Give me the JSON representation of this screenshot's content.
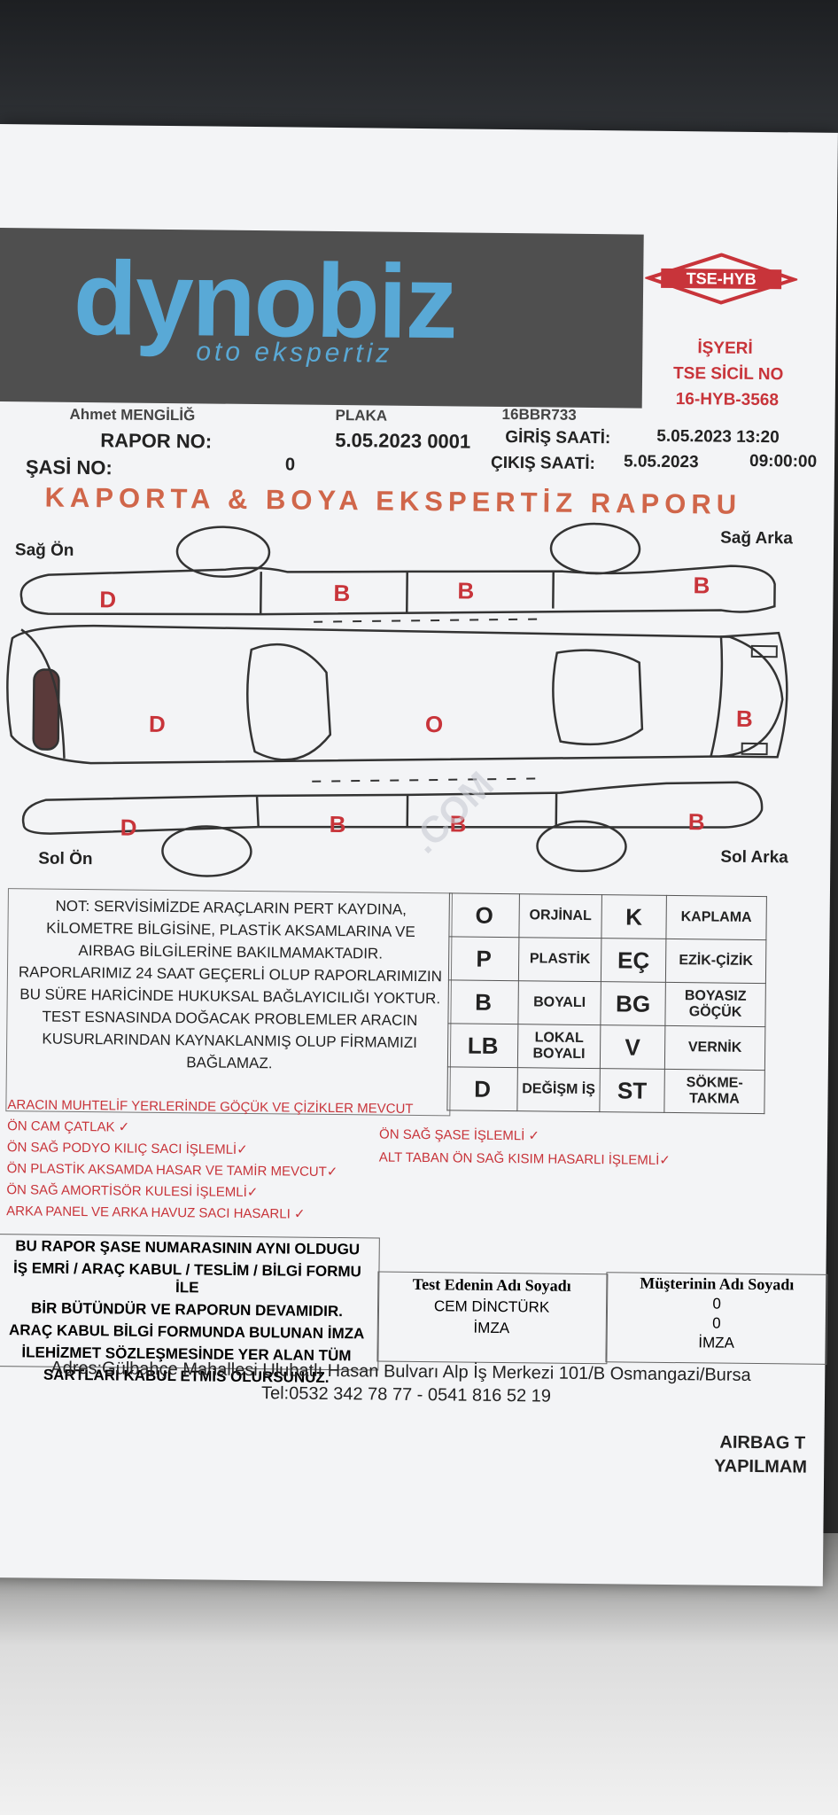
{
  "header": {
    "brand": "dyn",
    "brand_mid": "o",
    "brand_end": "biz",
    "brand_sub": "oto ekspertiz",
    "tse_badge": "TSE-HYB",
    "isyeri": "İŞYERİ",
    "tse_sicil": "TSE SİCİL NO",
    "tse_no": "16-HYB-3568"
  },
  "info": {
    "name": "Ahmet MENGİLİĞ",
    "plaka_label": "PLAKA",
    "plaka": "16BBR733",
    "rapor_label": "RAPOR NO:",
    "rapor": "5.05.2023 0001",
    "giris_label": "GİRİŞ SAATİ:",
    "giris": "5.05.2023 13:20",
    "sasi_label": "ŞASİ NO:",
    "sasi": "0",
    "cikis_label": "ÇIKIŞ SAATİ:",
    "cikis_date": "5.05.2023",
    "cikis_time": "09:00:00"
  },
  "title": "KAPORTA & BOYA EKSPERTİZ RAPORU",
  "diagram": {
    "sag_on": "Sağ Ön",
    "sag_arka": "Sağ Arka",
    "sol_on": "Sol Ön",
    "sol_arka": "Sol Arka",
    "marks": {
      "right_front_fender": "D",
      "right_front_door": "B",
      "right_rear_door": "B",
      "right_rear_fender": "B",
      "hood": "D",
      "roof": "O",
      "trunk": "B",
      "left_front_fender": "D",
      "left_front_door": "B",
      "left_rear_door": "B",
      "left_rear_fender": "B"
    },
    "watermark": ".COM"
  },
  "note": [
    "NOT: SERVİSİMİZDE ARAÇLARIN PERT KAYDINA,",
    "KİLOMETRE BİLGİSİNE, PLASTİK AKSAMLARINA VE",
    "AIRBAG BİLGİLERİNE BAKILMAMAKTADIR.",
    "RAPORLARIMIZ 24 SAAT GEÇERLİ OLUP RAPORLARIMIZIN",
    "BU SÜRE HARİCİNDE HUKUKSAL BAĞLAYICILIĞI YOKTUR.",
    "TEST ESNASINDA DOĞACAK PROBLEMLER ARACIN",
    "KUSURLARINDAN KAYNAKLANMIŞ OLUP FİRMAMIZI",
    "BAĞLAMAZ."
  ],
  "legend": [
    {
      "c1": "O",
      "l1": "ORJİNAL",
      "c2": "K",
      "l2": "KAPLAMA"
    },
    {
      "c1": "P",
      "l1": "PLASTİK",
      "c2": "EÇ",
      "l2": "EZİK-ÇİZİK"
    },
    {
      "c1": "B",
      "l1": "BOYALI",
      "c2": "BG",
      "l2": "BOYASIZ GÖÇÜK"
    },
    {
      "c1": "LB",
      "l1": "LOKAL BOYALI",
      "c2": "V",
      "l2": "VERNİK"
    },
    {
      "c1": "D",
      "l1": "DEĞİŞM İŞ",
      "c2": "ST",
      "l2": "SÖKME-TAKMA"
    }
  ],
  "damage_left": [
    "ARACIN MUHTELİF YERLERİNDE GÖÇÜK VE ÇİZİKLER MEVCUT",
    "ÖN CAM ÇATLAK ✓",
    "ÖN SAĞ PODYO KILIÇ SACI İŞLEMLİ✓",
    "ÖN PLASTİK AKSAMDA HASAR VE TAMİR MEVCUT✓",
    "ÖN SAĞ AMORTİSÖR KULESİ İŞLEMLİ✓",
    "ARKA PANEL VE ARKA HAVUZ SACI HASARLI ✓"
  ],
  "damage_right": [
    "ÖN SAĞ ŞASE İŞLEMLİ ✓",
    "ALT TABAN ÖN SAĞ KISIM HASARLI İŞLEMLİ✓"
  ],
  "contract": [
    "BU RAPOR ŞASE NUMARASININ AYNI OLDUGU",
    "İŞ EMRİ / ARAÇ KABUL / TESLİM / BİLGİ FORMU İLE",
    "BİR BÜTÜNDÜR VE RAPORUN DEVAMIDIR.",
    "ARAÇ KABUL BİLGİ FORMUNDA BULUNAN İMZA",
    "İLEHİZMET SÖZLEŞMESİNDE YER ALAN TÜM",
    "SARTLARI KABUL ETMİS OLURSUNUZ."
  ],
  "tester": {
    "header": "Test Edenin Adı Soyadı",
    "name": "CEM DİNCTÜRK",
    "imza": "İMZA"
  },
  "customer": {
    "header": "Müşterinin Adı Soyadı",
    "v1": "0",
    "v2": "0",
    "imza": "İMZA"
  },
  "footer": {
    "address": "Adres:Gülbahçe Mahallesi Ulubatlı Hasan Bulvarı Alp İş Merkezi 101/B Osmangazi/Bursa",
    "tel": "Tel:0532 342 78 77 - 0541 816 52 19",
    "airbag1": "AIRBAG T",
    "airbag2": "YAPILMAM"
  }
}
